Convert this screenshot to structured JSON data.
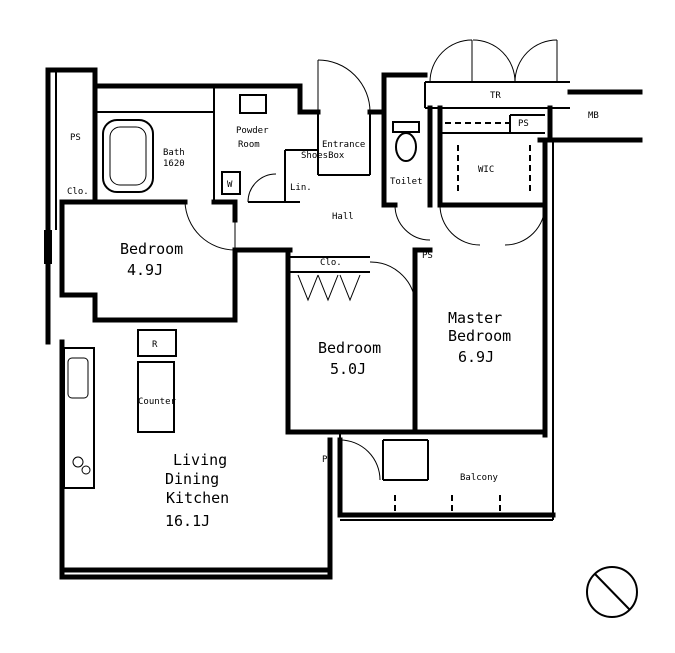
{
  "rooms": {
    "bedroom_west": {
      "name": "Bedroom",
      "size": "4.9J"
    },
    "bedroom_center": {
      "name": "Bedroom",
      "size": "5.0J"
    },
    "master_bedroom": {
      "name_line1": "Master",
      "name_line2": "Bedroom",
      "size": "6.9J"
    },
    "ldk": {
      "line1": "Living",
      "line2": "Dining",
      "line3": "Kitchen",
      "size": "16.1J"
    },
    "bath": {
      "line1": "Bath",
      "line2": "1620"
    },
    "powder_room": {
      "line1": "Powder",
      "line2": "Room"
    },
    "entrance": {
      "line1": "Entrance",
      "line2": "ShoesBox"
    },
    "toilet": "Toilet",
    "hall": "Hall",
    "balcony": "Balcony",
    "wic": "WIC"
  },
  "small_labels": {
    "ps_west": "PS",
    "ps_east": "PS",
    "ps_hall": "PS",
    "ps_balcony": "PS",
    "clo_west": "Clo.",
    "clo_bedroom": "Clo.",
    "lin": "Lin.",
    "tr": "TR",
    "mb": "MB",
    "washer": "W",
    "fridge": "R",
    "counter": "Counter"
  }
}
